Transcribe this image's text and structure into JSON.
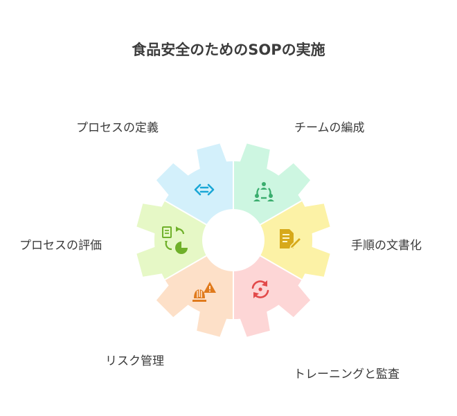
{
  "title": "食品安全のためのSOPの実施",
  "steps": [
    {
      "label": "チームの編成",
      "icon": "team-network-icon",
      "fill": "#cdf6e1",
      "icon_color": "#3aad6e"
    },
    {
      "label": "手順の文書化",
      "icon": "document-edit-icon",
      "fill": "#fcf2a6",
      "icon_color": "#d7a91a"
    },
    {
      "label": "トレーニングと監査",
      "icon": "refresh-cycle-icon",
      "fill": "#fdd6d6",
      "icon_color": "#e24a4a"
    },
    {
      "label": "リスク管理",
      "icon": "warning-hardhat-icon",
      "fill": "#fde0c8",
      "icon_color": "#e07a1c"
    },
    {
      "label": "プロセスの評価",
      "icon": "document-chart-icon",
      "fill": "#e6f8c6",
      "icon_color": "#6fb02a"
    },
    {
      "label": "プロセスの定義",
      "icon": "arrows-exchange-icon",
      "fill": "#d3f0fb",
      "icon_color": "#1aa7d6"
    }
  ]
}
